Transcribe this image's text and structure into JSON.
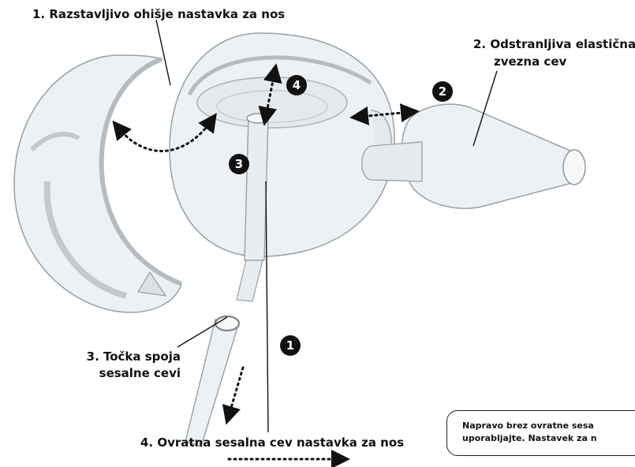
{
  "labels": {
    "housing": "1. Razstavljivo ohišje nastavka za nos",
    "connector_line1": "2. Odstranljiva elastična",
    "connector_line2": "zvezna cev",
    "joint_line1": "3. Točka spoja",
    "joint_line2": "sesalne cevi",
    "tube": "4. Ovratna sesalna cev nastavka za nos"
  },
  "badges": [
    "1",
    "2",
    "3",
    "4"
  ],
  "note": {
    "line1": "Napravo brez ovratne sesa",
    "line2": "uporabljajte. Nastavek za n"
  },
  "colors": {
    "text": "#111111",
    "badge_fill": "#111111",
    "part_stroke": "#9a9fa4",
    "part_fill": "#eef1f3"
  }
}
